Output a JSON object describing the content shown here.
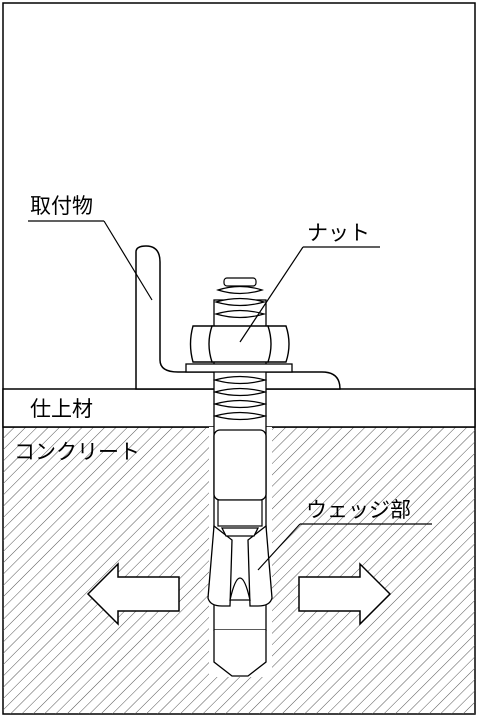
{
  "labels": {
    "attachment": "取付物",
    "nut": "ナット",
    "finish": "仕上材",
    "concrete": "コンクリート",
    "wedge": "ウェッジ部"
  },
  "colors": {
    "line": "#000000",
    "background": "#ffffff",
    "hatch": "#555555"
  }
}
